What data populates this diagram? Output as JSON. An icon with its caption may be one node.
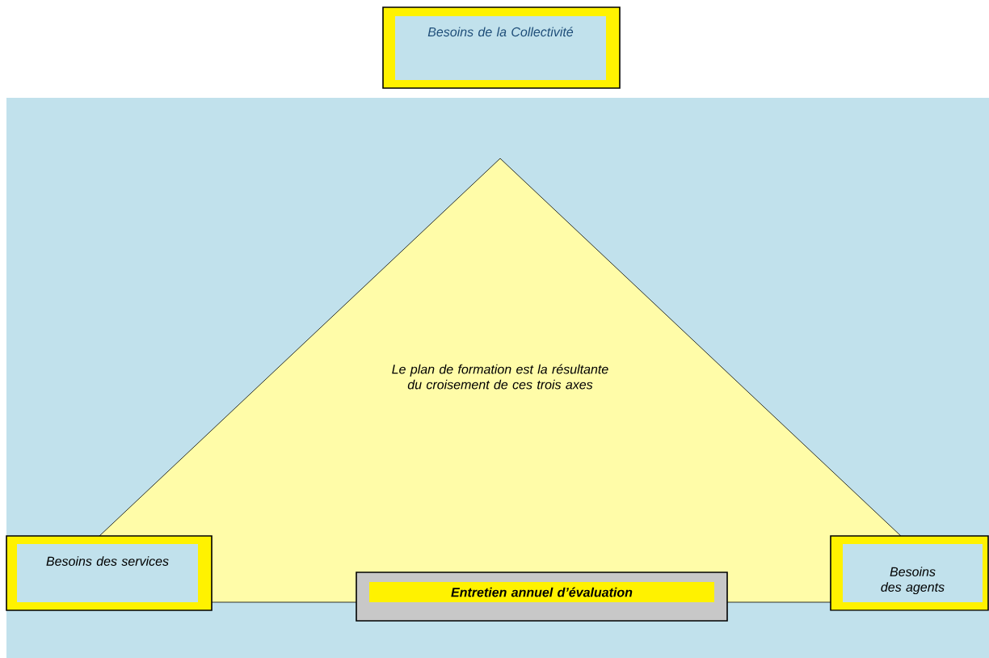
{
  "diagram": {
    "nodes": [
      {
        "text": [
          "Besoins de la Collectivité"
        ]
      },
      {
        "text": [
          "Le plan de formation est la résultante du croisement de ces trois axes"
        ]
      },
      {
        "text": [
          "Besoins des services"
        ]
      },
      {
        "text": [
          "Entretien annuel d’évaluation"
        ]
      },
      {
        "text": [
          "Besoins des agents"
        ]
      }
    ]
  }
}
